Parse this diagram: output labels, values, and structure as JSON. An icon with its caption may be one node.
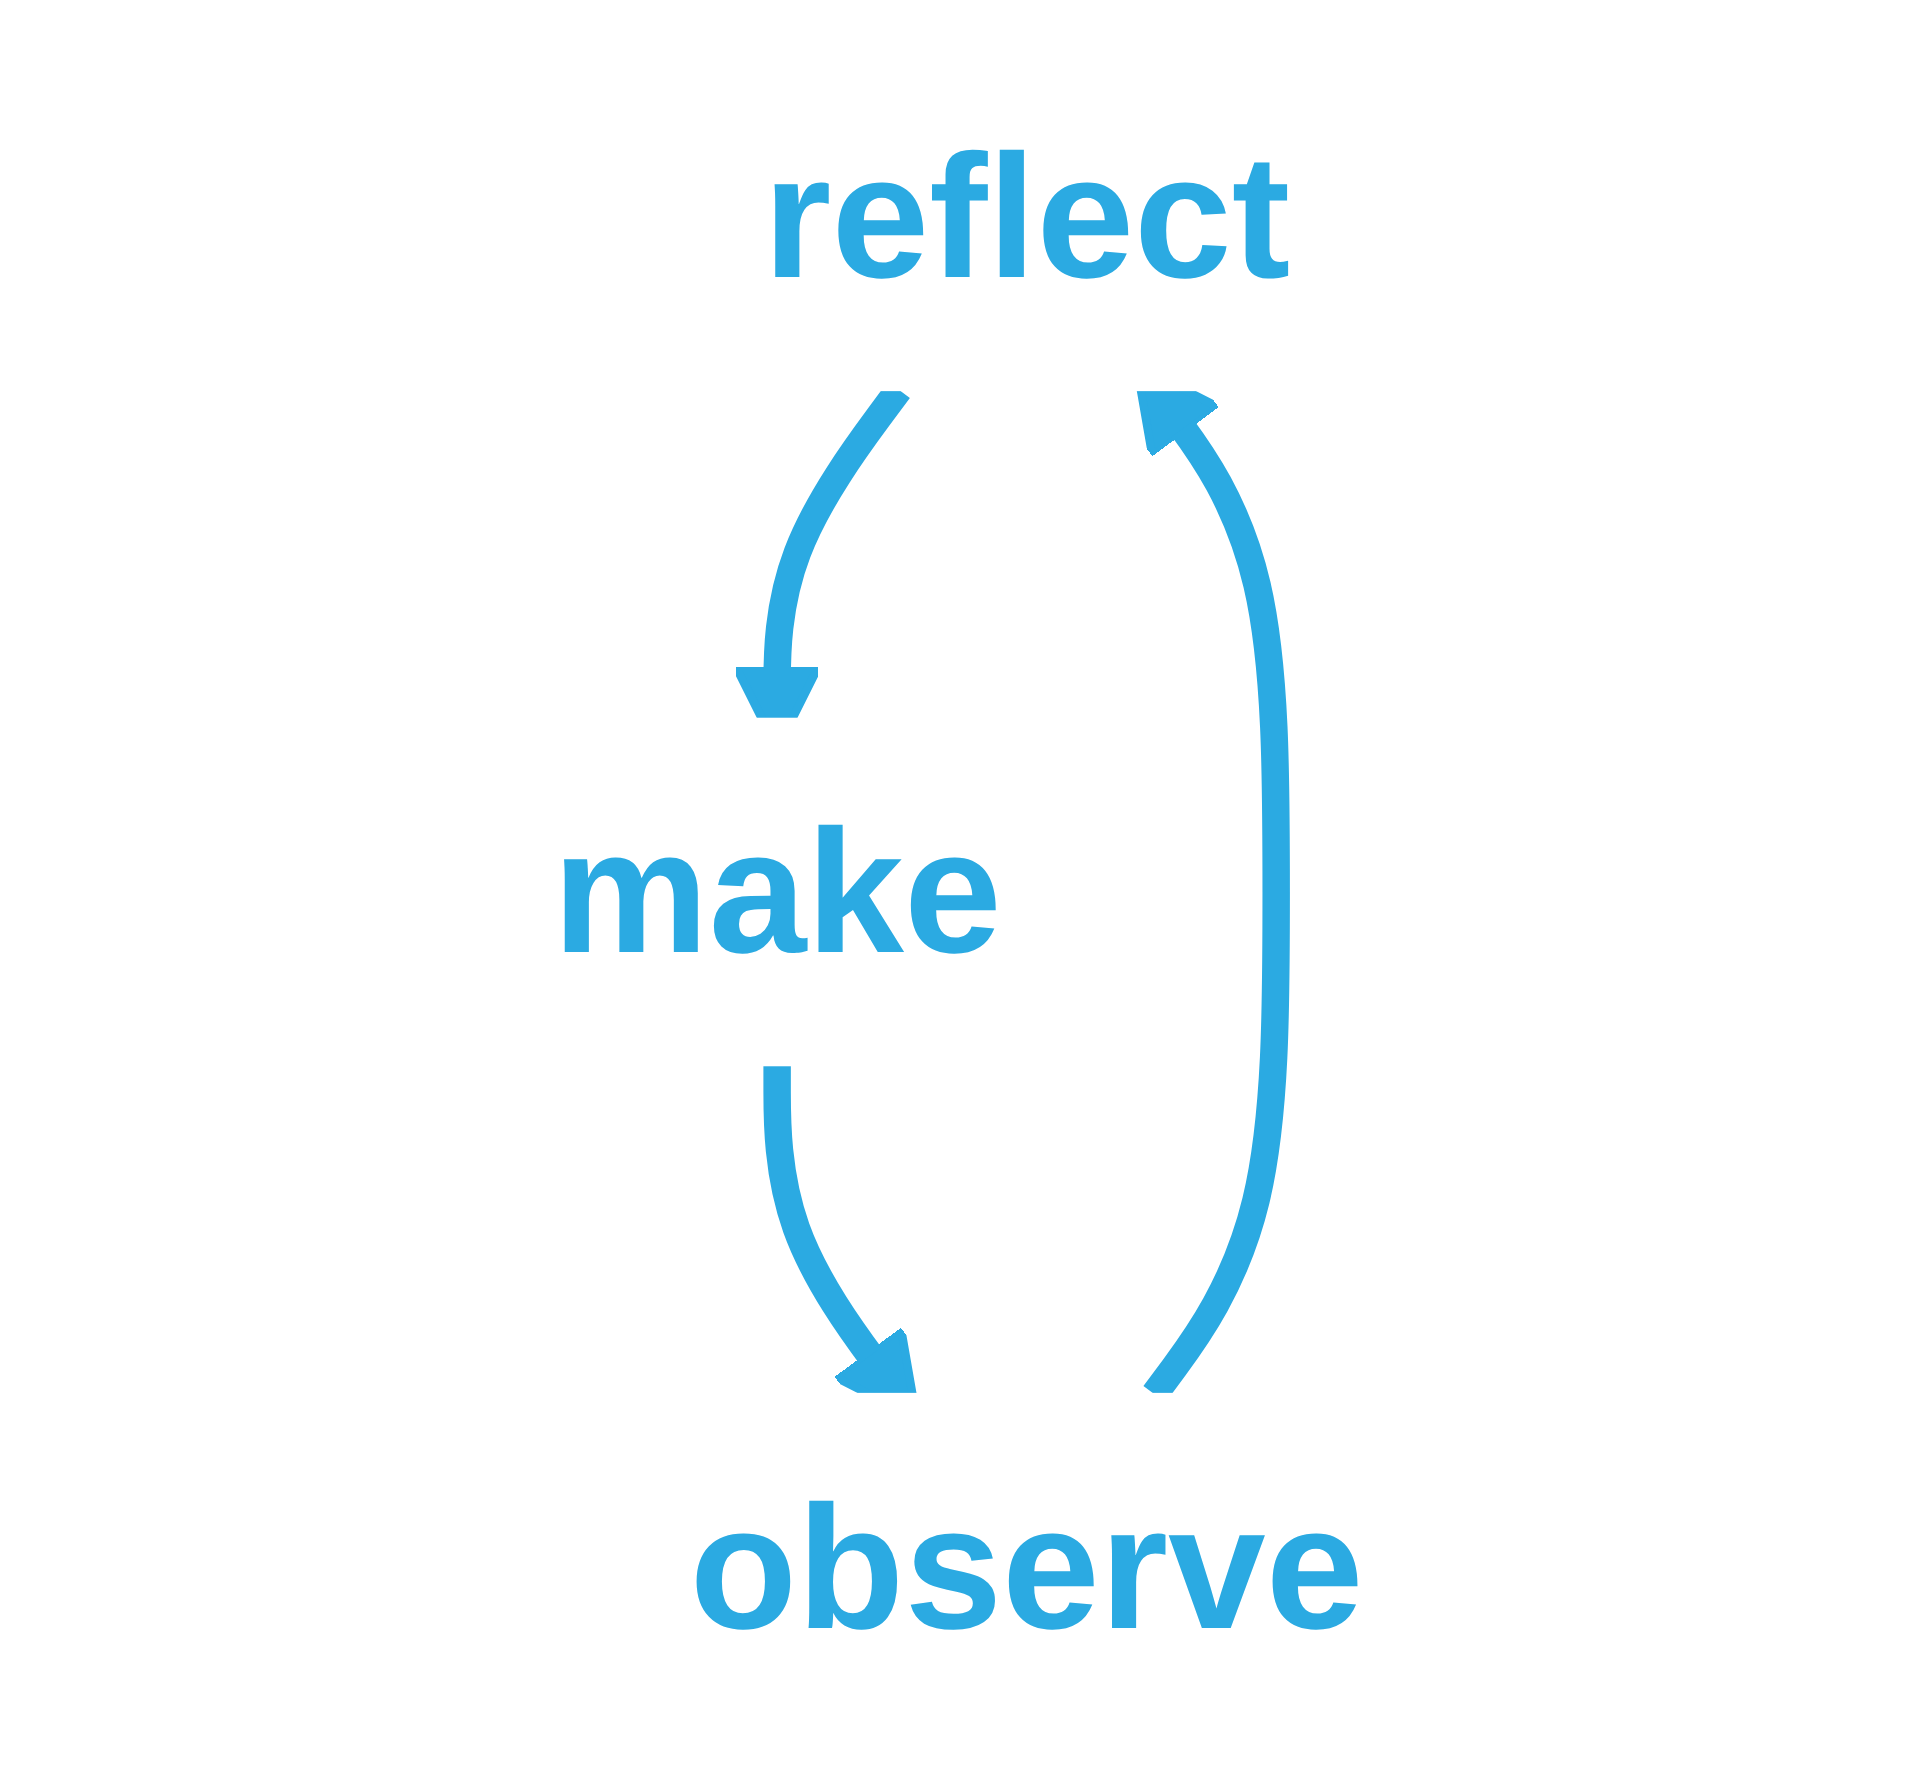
{
  "diagram": {
    "nodes": [
      {
        "text": [
          "reflect"
        ]
      },
      {
        "text": [
          "make"
        ]
      },
      {
        "text": [
          "observe"
        ]
      }
    ],
    "edges": [
      {
        "from": 2,
        "to": 0,
        "arrow": "to"
      },
      {
        "from": 0,
        "to": 1,
        "arrow": "to"
      },
      {
        "from": 1,
        "to": 2,
        "arrow": "to"
      }
    ]
  }
}
